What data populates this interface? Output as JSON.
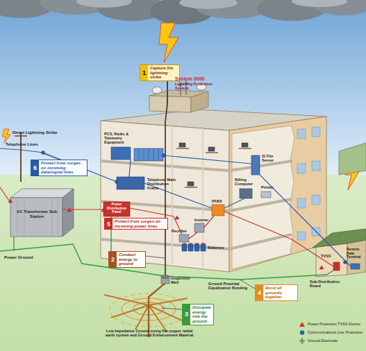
{
  "diagram": {
    "nodes": [
      {
        "text": [
          "1",
          "Capture the lightning strike"
        ]
      },
      {
        "text": [
          "6",
          "Protect from surges on incoming data/signal lines"
        ]
      },
      {
        "text": [
          "5",
          "Protect from surges on incoming power lines"
        ]
      },
      {
        "text": [
          "2",
          "Conduct energy to ground"
        ]
      },
      {
        "text": [
          "4",
          "Bond all grounds together"
        ]
      },
      {
        "text": [
          "3",
          "Dissipate energy into the ground"
        ]
      }
    ],
    "labels": [
      "System 3000",
      "Lightning Protection System",
      "Direct Lightning Strike",
      "Telephone Lines",
      "PCS, Radio & Telemetry Equipment",
      "Telephone Main Distribution Frame",
      "Power Distribution Panel",
      "AC Transformer Sub Station",
      "Power Ground",
      "IS File Server",
      "Billing Computer",
      "Printer",
      "PABX",
      "Inverter",
      "Rectifier",
      "Batteries",
      "Inspection Well",
      "Low Impedance Ground using flat copper radial earth system and Ground Enhancement Material",
      "Ground Potential Equalization Bonding",
      "Sub-Distribution Board",
      "TVSS",
      "Remote Data Terminal"
    ],
    "legend": [
      {
        "text": "Power Protection TVSS Device"
      },
      {
        "text": "Communications Line Protection"
      },
      {
        "text": "Ground Electrode"
      }
    ]
  }
}
